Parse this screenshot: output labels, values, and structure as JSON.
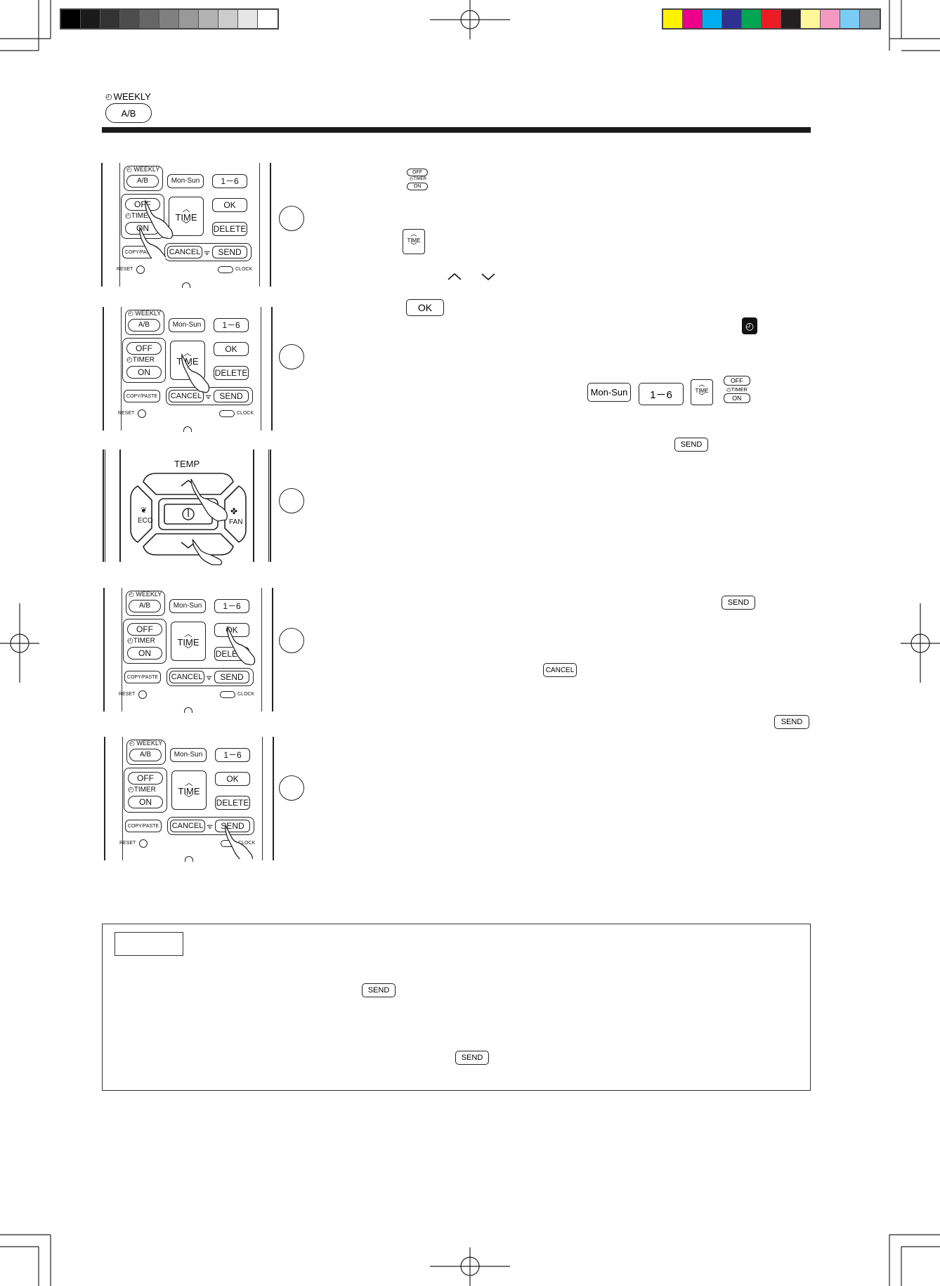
{
  "header": {
    "weekly_label": "WEEKLY",
    "ab_label": "A/B"
  },
  "remote_buttons": {
    "weekly": "WEEKLY",
    "ab": "A/B",
    "mon_sun": "Mon-Sun",
    "one_six": "1－6",
    "off": "OFF",
    "timer": "TIMER",
    "on": "ON",
    "time": "TIME",
    "ok": "OK",
    "delete": "DELETE",
    "copy_paste": "COPY/PASTE",
    "cancel": "CANCEL",
    "send": "SEND",
    "reset": "RESET",
    "clock": "CLOCK"
  },
  "temp_panel": {
    "temp": "TEMP",
    "eco": "ECO",
    "fan": "FAN",
    "power": "⏻"
  },
  "keys": {
    "ok": "OK",
    "mon_sun": "Mon-Sun",
    "one_six": "1－6",
    "time": "TIME",
    "send": "SEND",
    "cancel": "CANCEL",
    "off": "OFF",
    "timer": "TIMER",
    "on": "ON"
  },
  "icons": {
    "up": "︿",
    "down": "﹀",
    "clock": "◴"
  },
  "colors": {
    "grayscale": [
      "#000000",
      "#1a1a1a",
      "#333333",
      "#4d4d4d",
      "#666666",
      "#808080",
      "#999999",
      "#b3b3b3",
      "#cccccc",
      "#e6e6e6",
      "#ffffff"
    ],
    "process": [
      "#fff200",
      "#ec008c",
      "#00aeef",
      "#2e3192",
      "#00a651",
      "#ed1c24",
      "#231f20",
      "#fff799",
      "#f49ac2",
      "#7accf4",
      "#939598"
    ]
  }
}
